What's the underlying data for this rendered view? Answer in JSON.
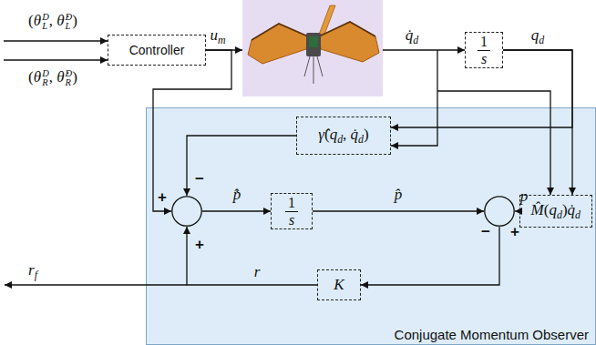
{
  "diagram": {
    "nodes": [
      {
        "text": [
          "Controller"
        ]
      },
      {
        "text": [
          "1",
          "s"
        ]
      },
      {
        "text": [
          "Conjugate Momentum Observer"
        ]
      },
      {
        "text": [
          "γ̂(qd, q̇d)"
        ],
        "in": 2
      },
      {
        "text": [
          "+",
          "−",
          "+"
        ],
        "in": 2
      },
      {
        "text": [
          "1",
          "s"
        ],
        "in": 2
      },
      {
        "text": [
          "−",
          "+"
        ],
        "in": 2
      },
      {
        "text": [
          "M̂(qd)q̇d"
        ],
        "in": 2
      },
      {
        "text": [
          "K"
        ],
        "in": 2
      }
    ],
    "edges": [
      {
        "from": 0,
        "to": 4,
        "arrow": "to"
      },
      {
        "from": 1,
        "to": 3,
        "arrow": "to"
      },
      {
        "from": 1,
        "to": 7,
        "arrow": "to"
      },
      {
        "from": 3,
        "to": 4,
        "arrow": "to"
      },
      {
        "from": 4,
        "to": 5,
        "label": "p̂̇",
        "arrow": "to"
      },
      {
        "from": 5,
        "to": 6,
        "label": "p̂",
        "arrow": "to"
      },
      {
        "from": 7,
        "to": 6,
        "label": "p",
        "arrow": "to"
      },
      {
        "from": 6,
        "to": 8,
        "arrow": "to"
      },
      {
        "from": 8,
        "to": 4,
        "label": "r",
        "arrow": "to"
      }
    ],
    "labels": [
      "(θLD, θ̇LD)",
      "(θRD, θ̇RD)",
      "um",
      "q̇d",
      "qd",
      "rf"
    ]
  }
}
